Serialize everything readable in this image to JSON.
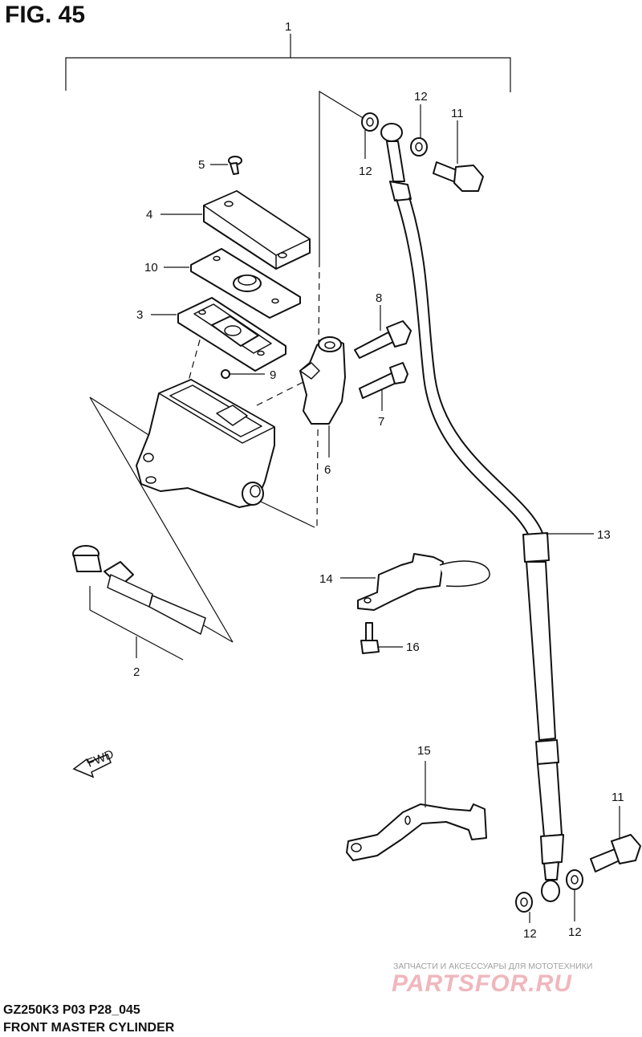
{
  "figure": {
    "title": "FIG. 45",
    "model_code": "GZ250K3 P03 P28_045",
    "section_name": "FRONT MASTER CYLINDER"
  },
  "direction_tag": "FWD",
  "callouts": {
    "c1": "1",
    "c2": "2",
    "c3": "3",
    "c4": "4",
    "c5": "5",
    "c6": "6",
    "c7": "7",
    "c8": "8",
    "c9": "9",
    "c10": "10",
    "c11a": "11",
    "c11b": "11",
    "c12a": "12",
    "c12b": "12",
    "c12c": "12",
    "c12d": "12",
    "c13": "13",
    "c14": "14",
    "c15": "15",
    "c16": "16"
  },
  "watermark": {
    "caption": "ЗАПЧАСТИ И АКСЕССУАРЫ ДЛЯ МОТОТЕХНИКИ",
    "brand": "PARTSFOR.RU"
  }
}
